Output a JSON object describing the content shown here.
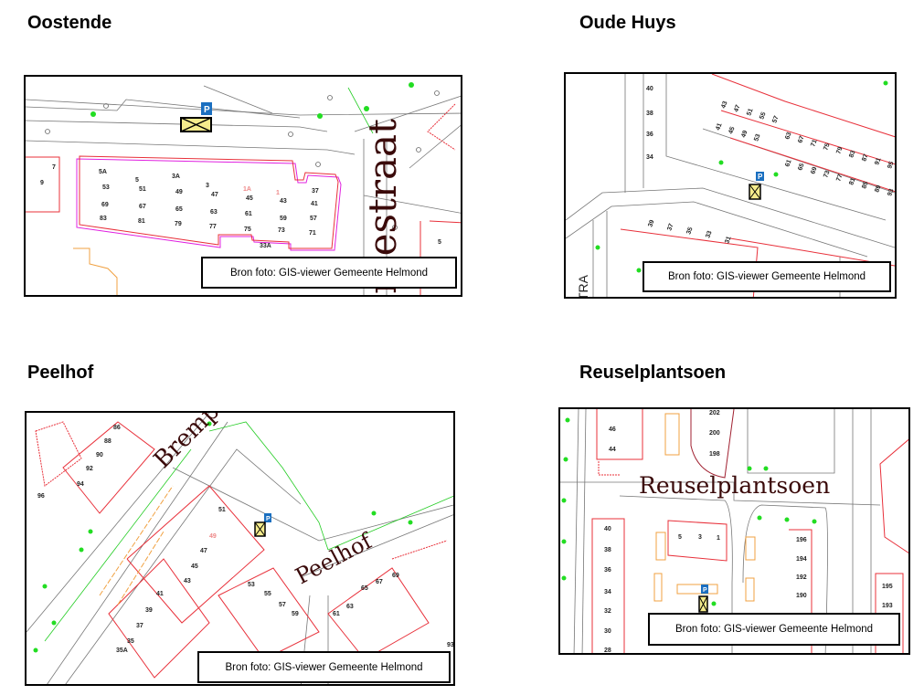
{
  "sections": [
    {
      "title": "Oostende",
      "street": "rsestraat",
      "caption": "Bron foto: GIS-viewer Gemeente Helmond",
      "numbers": [
        "5A",
        "5",
        "3A",
        "3",
        "1A",
        "1",
        "37",
        "53",
        "51",
        "49",
        "47",
        "45",
        "43",
        "41",
        "69",
        "67",
        "65",
        "63",
        "61",
        "59",
        "57",
        "83",
        "81",
        "79",
        "77",
        "75",
        "73",
        "71",
        "33A",
        "7",
        "9",
        "5"
      ]
    },
    {
      "title": "Oude Huys",
      "street": "TRA",
      "caption": "Bron foto: GIS-viewer Gemeente Helmond",
      "numbers": [
        "40",
        "38",
        "36",
        "34",
        "43",
        "47",
        "51",
        "55",
        "57",
        "41",
        "45",
        "49",
        "53",
        "63",
        "67",
        "71",
        "75",
        "79",
        "83",
        "87",
        "91",
        "95",
        "61",
        "65",
        "69",
        "73",
        "77",
        "81",
        "85",
        "89",
        "93",
        "39",
        "37",
        "35",
        "33",
        "31"
      ]
    },
    {
      "title": "Peelhof",
      "street": "Bremp",
      "street2": "Peelhof",
      "caption": "Bron foto: GIS-viewer Gemeente Helmond",
      "numbers": [
        "86",
        "88",
        "90",
        "92",
        "94",
        "96",
        "51",
        "49",
        "47",
        "45",
        "43",
        "41",
        "39",
        "37",
        "35",
        "35A",
        "53",
        "55",
        "57",
        "59",
        "61",
        "63",
        "65",
        "67",
        "69",
        "93"
      ]
    },
    {
      "title": "Reuselplantsoen",
      "street": "Reuselplantsoen",
      "caption": "Bron foto: GIS-viewer Gemeente Helmond",
      "numbers": [
        "46",
        "44",
        "202",
        "200",
        "198",
        "40",
        "38",
        "36",
        "34",
        "32",
        "30",
        "28",
        "5",
        "3",
        "1",
        "196",
        "194",
        "192",
        "190",
        "195",
        "193"
      ]
    }
  ],
  "colors": {
    "building": "#e8303a",
    "outline": "#e020e0",
    "green": "#22dd22",
    "orange": "#f0a040",
    "parking": "#1a6fc0",
    "marker": "#f5ec8c"
  }
}
